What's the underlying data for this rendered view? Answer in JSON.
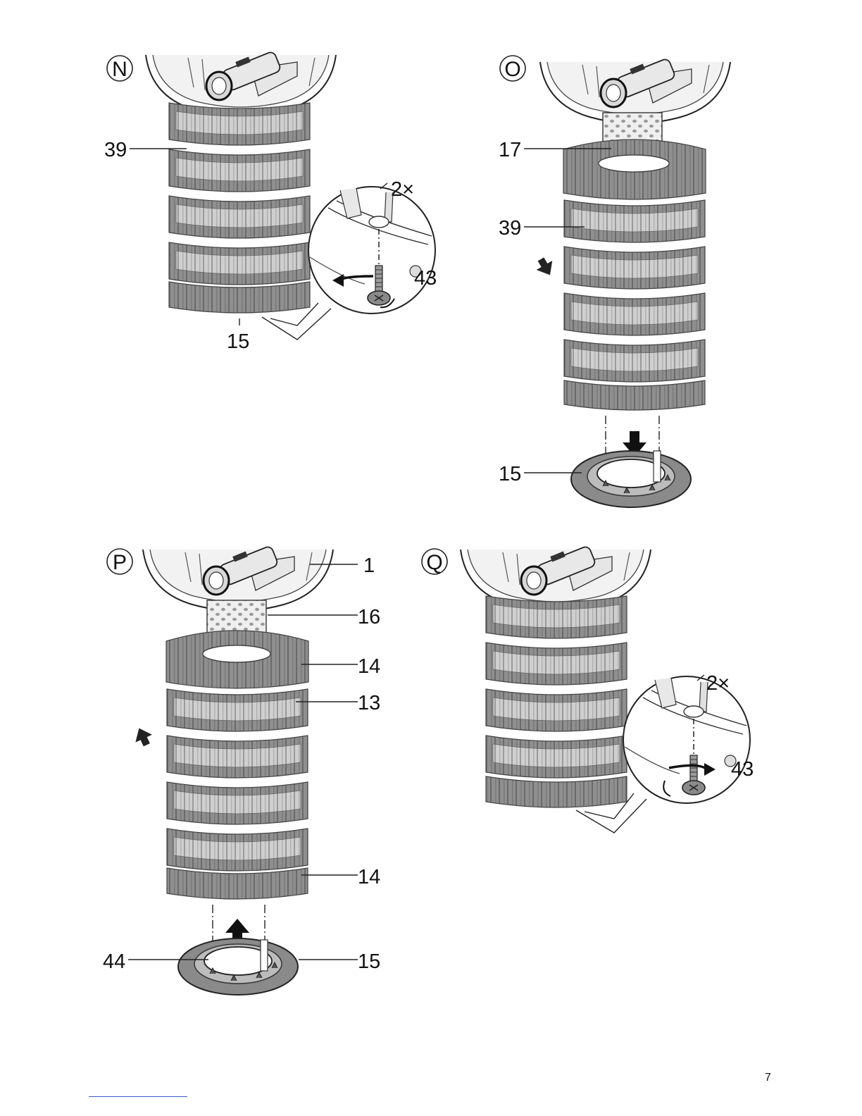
{
  "steps": [
    "N",
    "O",
    "P",
    "Q"
  ],
  "panel_n": {
    "foam": "39",
    "base": "15",
    "count": "2×",
    "screw": "43"
  },
  "panel_o": {
    "tube": "17",
    "foam": "39",
    "base": "15"
  },
  "panel_p": {
    "housing": "1",
    "tube": "16",
    "foam_top": "14",
    "foam": "13",
    "foam_bottom": "14",
    "seal": "44",
    "base": "15"
  },
  "panel_q": {
    "count": "2×",
    "screw": "43"
  },
  "page_number": "7",
  "colors": {
    "foam_dark": "#8e8e8e",
    "foam_light": "#c9c9c9",
    "line": "#222222"
  }
}
